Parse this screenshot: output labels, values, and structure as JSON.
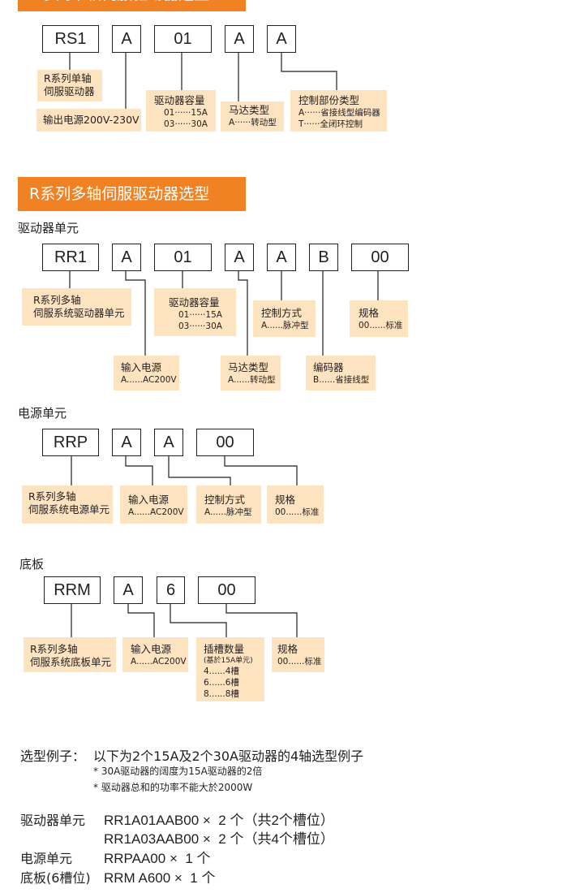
{
  "section1": {
    "title": "R系列单轴伺服驱动器选型",
    "codes": [
      "RS1",
      "A",
      "01",
      "A",
      "A"
    ],
    "labels": {
      "series": [
        "R系列单轴",
        "伺服驱动器"
      ],
      "power": "输出电源200V-230V",
      "capacity": {
        "title": "驱动器容量",
        "items": [
          "01······15A",
          "03······30A"
        ]
      },
      "motor": {
        "title": "马达类型",
        "items": [
          "A······转动型"
        ]
      },
      "control": {
        "title": "控制部份类型",
        "items": [
          "A······省接线型编码器",
          "T······全闭环控制"
        ]
      }
    }
  },
  "section2": {
    "title": "R系列多轴伺服驱动器选型",
    "driver": {
      "heading": "驱动器单元",
      "codes": [
        "RR1",
        "A",
        "01",
        "A",
        "A",
        "B",
        "00"
      ],
      "labels": {
        "series": [
          "R系列多轴",
          "伺服系统驱动器单元"
        ],
        "capacity": {
          "title": "驱动器容量",
          "items": [
            "01······15A",
            "03······30A"
          ]
        },
        "control": {
          "title": "控制方式",
          "items": [
            "A......脉冲型"
          ]
        },
        "spec": {
          "title": "规格",
          "items": [
            "00......标准"
          ]
        },
        "input": {
          "title": "输入电源",
          "items": [
            "A......AC200V"
          ]
        },
        "motor": {
          "title": "马达类型",
          "items": [
            "A......转动型"
          ]
        },
        "encoder": {
          "title": "编码器",
          "items": [
            "B......省接线型"
          ]
        }
      }
    },
    "power": {
      "heading": "电源单元",
      "codes": [
        "RRP",
        "A",
        "A",
        "00"
      ],
      "labels": {
        "series": [
          "R系列多轴",
          "伺服系统电源单元"
        ],
        "input": {
          "title": "输入电源",
          "items": [
            "A......AC200V"
          ]
        },
        "control": {
          "title": "控制方式",
          "items": [
            "A......脉冲型"
          ]
        },
        "spec": {
          "title": "规格",
          "items": [
            "00......标准"
          ]
        }
      }
    },
    "base": {
      "heading": "底板",
      "codes": [
        "RRM",
        "A",
        "6",
        "00"
      ],
      "labels": {
        "series": [
          "R系列多轴",
          "伺服系统底板单元"
        ],
        "input": {
          "title": "输入电源",
          "items": [
            "A......AC200V"
          ]
        },
        "slots": {
          "title": "插槽数量",
          "note": "(基於15A单元)",
          "items": [
            "4......4槽",
            "6......6槽",
            "8......8槽"
          ]
        },
        "spec": {
          "title": "规格",
          "items": [
            "00......标准"
          ]
        }
      }
    }
  },
  "example": {
    "label": "选型例子：",
    "desc": "以下为2个15A及2个30A驱动器的4轴选型例子",
    "notes": [
      "* 30A驱动器的阔度为15A驱动器的2倍",
      "* 驱动器总和的功率不能大於2000W"
    ],
    "rows": [
      {
        "name": "驱动器单元",
        "code": "RR1A01AAB00 ×  2 个（共2个槽位）"
      },
      {
        "name": "",
        "code": "RR1A03AAB00 ×  2 个（共4个槽位）"
      },
      {
        "name": "电源单元",
        "code": "RRPAA00 ×  1 个"
      },
      {
        "name": "底板(6槽位)",
        "code": "RRM A600 ×  1 个"
      }
    ]
  }
}
